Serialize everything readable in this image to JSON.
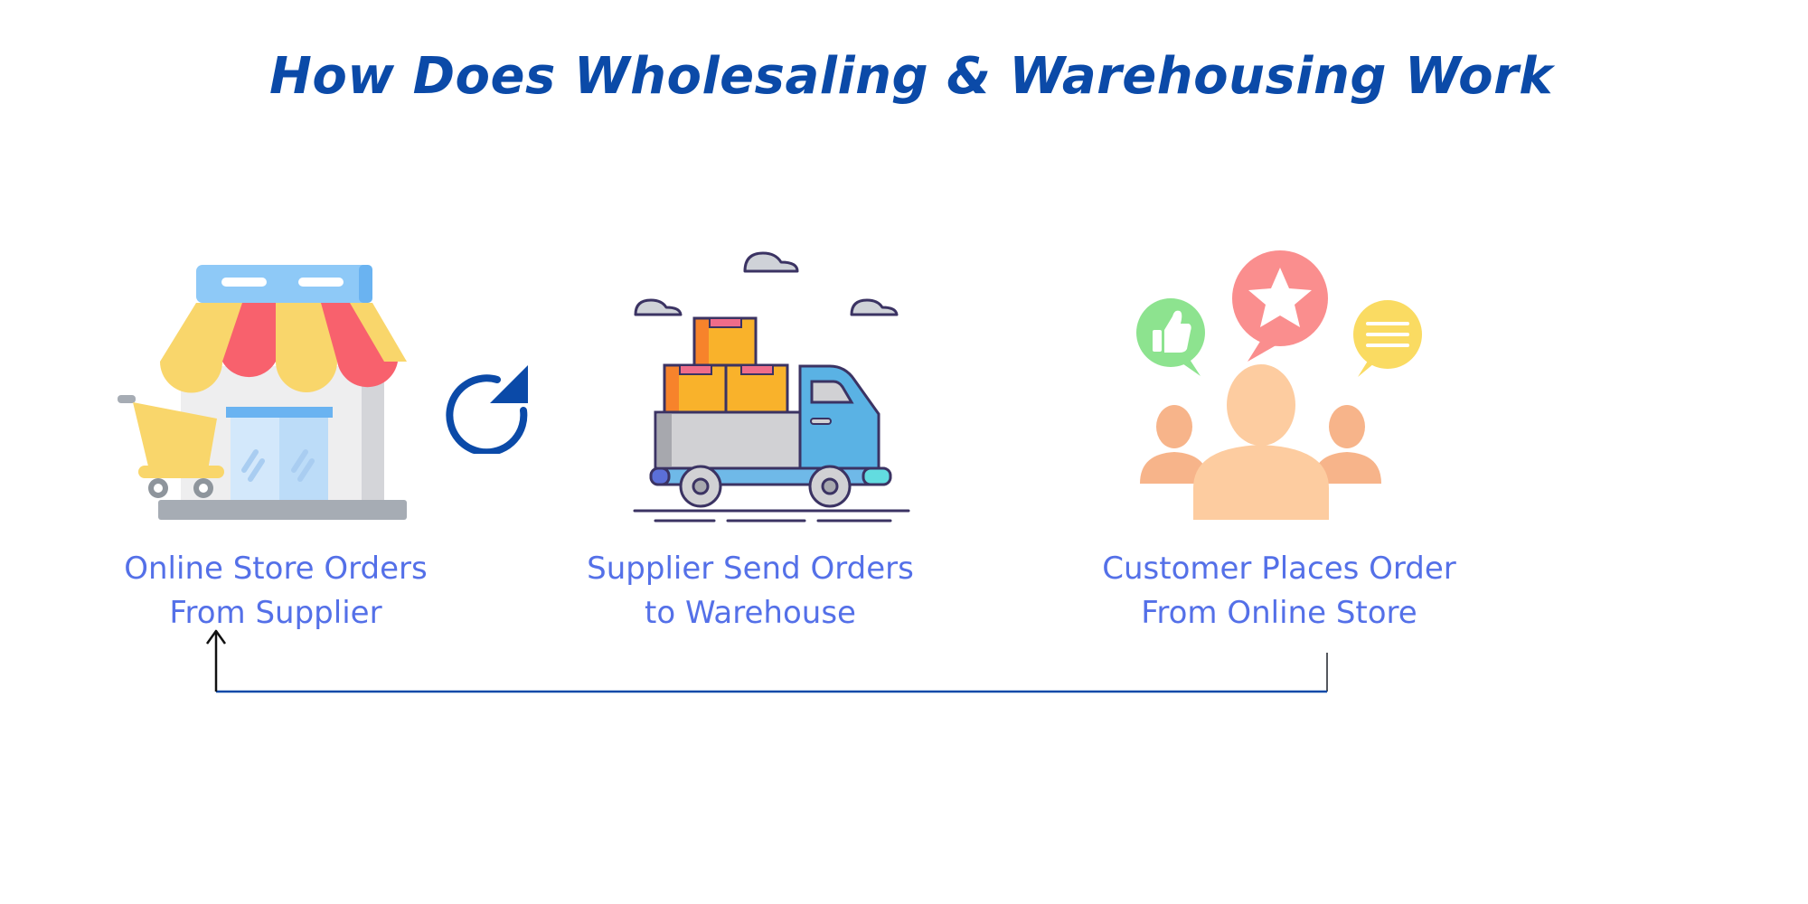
{
  "title": "How Does Wholesaling & Warehousing Work",
  "steps": [
    {
      "icon": "storefront-cart-icon",
      "line1": "Online Store Orders",
      "line2": "From Supplier"
    },
    {
      "icon": "delivery-truck-icon",
      "line1": "Supplier Send Orders",
      "line2": "to Warehouse"
    },
    {
      "icon": "customer-feedback-icon",
      "line1": "Customer Places Order",
      "line2": "From Online Store"
    }
  ],
  "colors": {
    "title": "#0b4aa8",
    "label": "#5470e8",
    "flow_line": "#0b4aa8",
    "arrow_head": "#111111"
  }
}
